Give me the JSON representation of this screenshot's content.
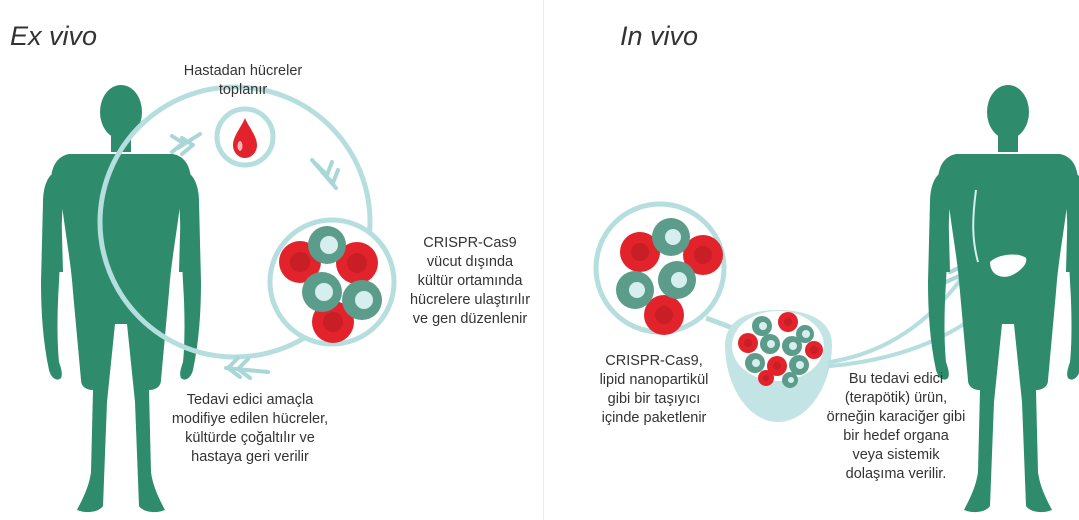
{
  "ex_vivo": {
    "title": "Ex vivo",
    "caption_collect": [
      "Hastadan hücreler",
      "toplanır"
    ],
    "caption_edit": [
      "CRISPR-Cas9",
      "vücut dışında",
      "kültür ortamında",
      "hücrelere ulaştırılır",
      "ve gen düzenlenir"
    ],
    "caption_return": [
      "Tedavi edici amaçla",
      "modifiye edilen hücreler,",
      "kültürde çoğaltılır ve",
      "hastaya geri verilir"
    ]
  },
  "in_vivo": {
    "title": "In vivo",
    "caption_carrier": [
      "CRISPR-Cas9,",
      "lipid nanopartikül",
      "gibi bir taşıyıcı",
      "içinde paketlenir"
    ],
    "caption_target": [
      "Bu tedavi edici",
      "(terapötik) ürün,",
      "örneğin karaciğer gibi",
      "bir hedef organa",
      "veya sistemik",
      "dolaşıma verilir."
    ]
  },
  "colors": {
    "body": "#2e8c6c",
    "ring": "#b6dede",
    "ring_fill": "#c3e4e4",
    "red_cell": "#e3232c",
    "red_center": "#c81e26",
    "green_cell": "#5b9c8a",
    "green_center": "#d7eeee"
  },
  "icons": [
    "blood-drop-icon",
    "human-silhouette-icon",
    "liver-icon",
    "double-chevron-arrow-icon"
  ]
}
